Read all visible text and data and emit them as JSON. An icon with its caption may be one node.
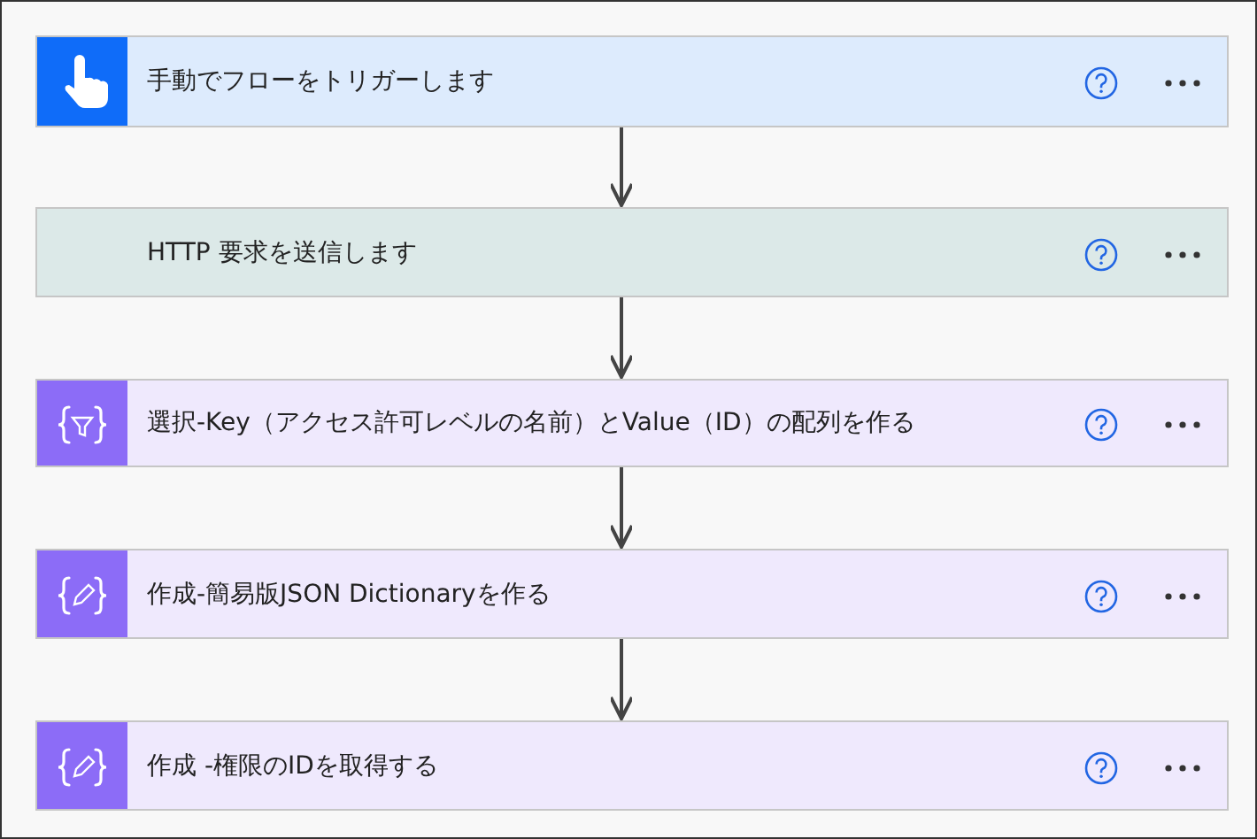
{
  "diagram": {
    "nodes": [
      {
        "text": [
          "手動でフローをトリガーします"
        ]
      },
      {
        "text": [
          "HTTP 要求を送信します"
        ]
      },
      {
        "text": [
          "選択-Key（アクセス許可レベルの名前）とValue（ID）の配列を作る"
        ]
      },
      {
        "text": [
          "作成-簡易版JSON Dictionaryを作る"
        ]
      },
      {
        "text": [
          "作成 -権限のIDを取得する"
        ]
      }
    ],
    "edges": [
      {
        "from": 0,
        "to": 1,
        "arrow": "to"
      },
      {
        "from": 1,
        "to": 2,
        "arrow": "to"
      },
      {
        "from": 2,
        "to": 3,
        "arrow": "to"
      },
      {
        "from": 3,
        "to": 4,
        "arrow": "to"
      }
    ]
  }
}
